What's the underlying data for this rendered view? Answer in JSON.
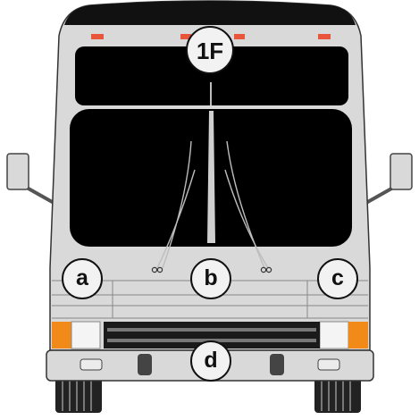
{
  "callouts": {
    "f1": "1F",
    "a": "a",
    "b": "b",
    "c": "c",
    "d": "d"
  },
  "colors": {
    "body": "#d9d9d9",
    "roof": "#111111",
    "glass": "#000000",
    "marker_light": "#e8553a",
    "turn_signal": "#f28a1a"
  }
}
